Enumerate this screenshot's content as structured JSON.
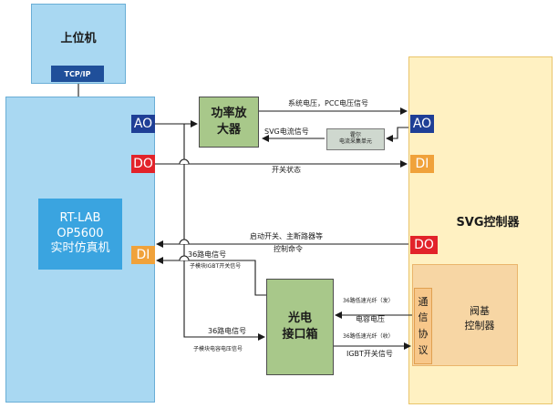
{
  "host": {
    "title": "上位机",
    "interface": "TCP/IP"
  },
  "rtlab": {
    "line1": "RT-LAB",
    "line2": "OP5600",
    "line3": "实时仿真机",
    "ports": {
      "ao": "AO",
      "do": "DO",
      "di": "DI"
    }
  },
  "amplifier": {
    "line1": "功率放",
    "line2": "大器"
  },
  "hall": {
    "line1": "霍尔",
    "line2": "电流采集单元"
  },
  "optical": {
    "line1": "光电",
    "line2": "接口箱"
  },
  "svg_ctrl": {
    "title": "SVG控制器",
    "ports": {
      "ao": "AO",
      "di": "DI",
      "do": "DO"
    }
  },
  "valve": {
    "line1": "阀基",
    "line2": "控制器"
  },
  "protocol": {
    "chars": [
      "通",
      "信",
      "协",
      "议"
    ]
  },
  "signals": {
    "system_voltage": "系统电压，PCC电压信号",
    "svg_current": "SVG电流信号",
    "switch_state": "开关状态",
    "start_switch": "启动开关、主断路器等",
    "control_cmd": "控制命令",
    "ch36_signal_top": "36路电信号",
    "igbt_sub_top": "子模块IGBT开关信号",
    "ch36_signal_bottom": "36路电信号",
    "cap_voltage_sub": "子模块电容电压信号",
    "fiber_send": "36路低速光纤（发）",
    "cap_voltage": "电容电压",
    "fiber_recv": "36路低速光纤（收）",
    "igbt_switch": "IGBT开关信号"
  },
  "colors": {
    "blue_fill": "#a9d8f2",
    "yellow_fill": "#fff1c2",
    "green_fill": "#a8c88a",
    "port_blue": "#1f3f96",
    "port_red": "#e2232a",
    "port_orange": "#f0a23b"
  }
}
